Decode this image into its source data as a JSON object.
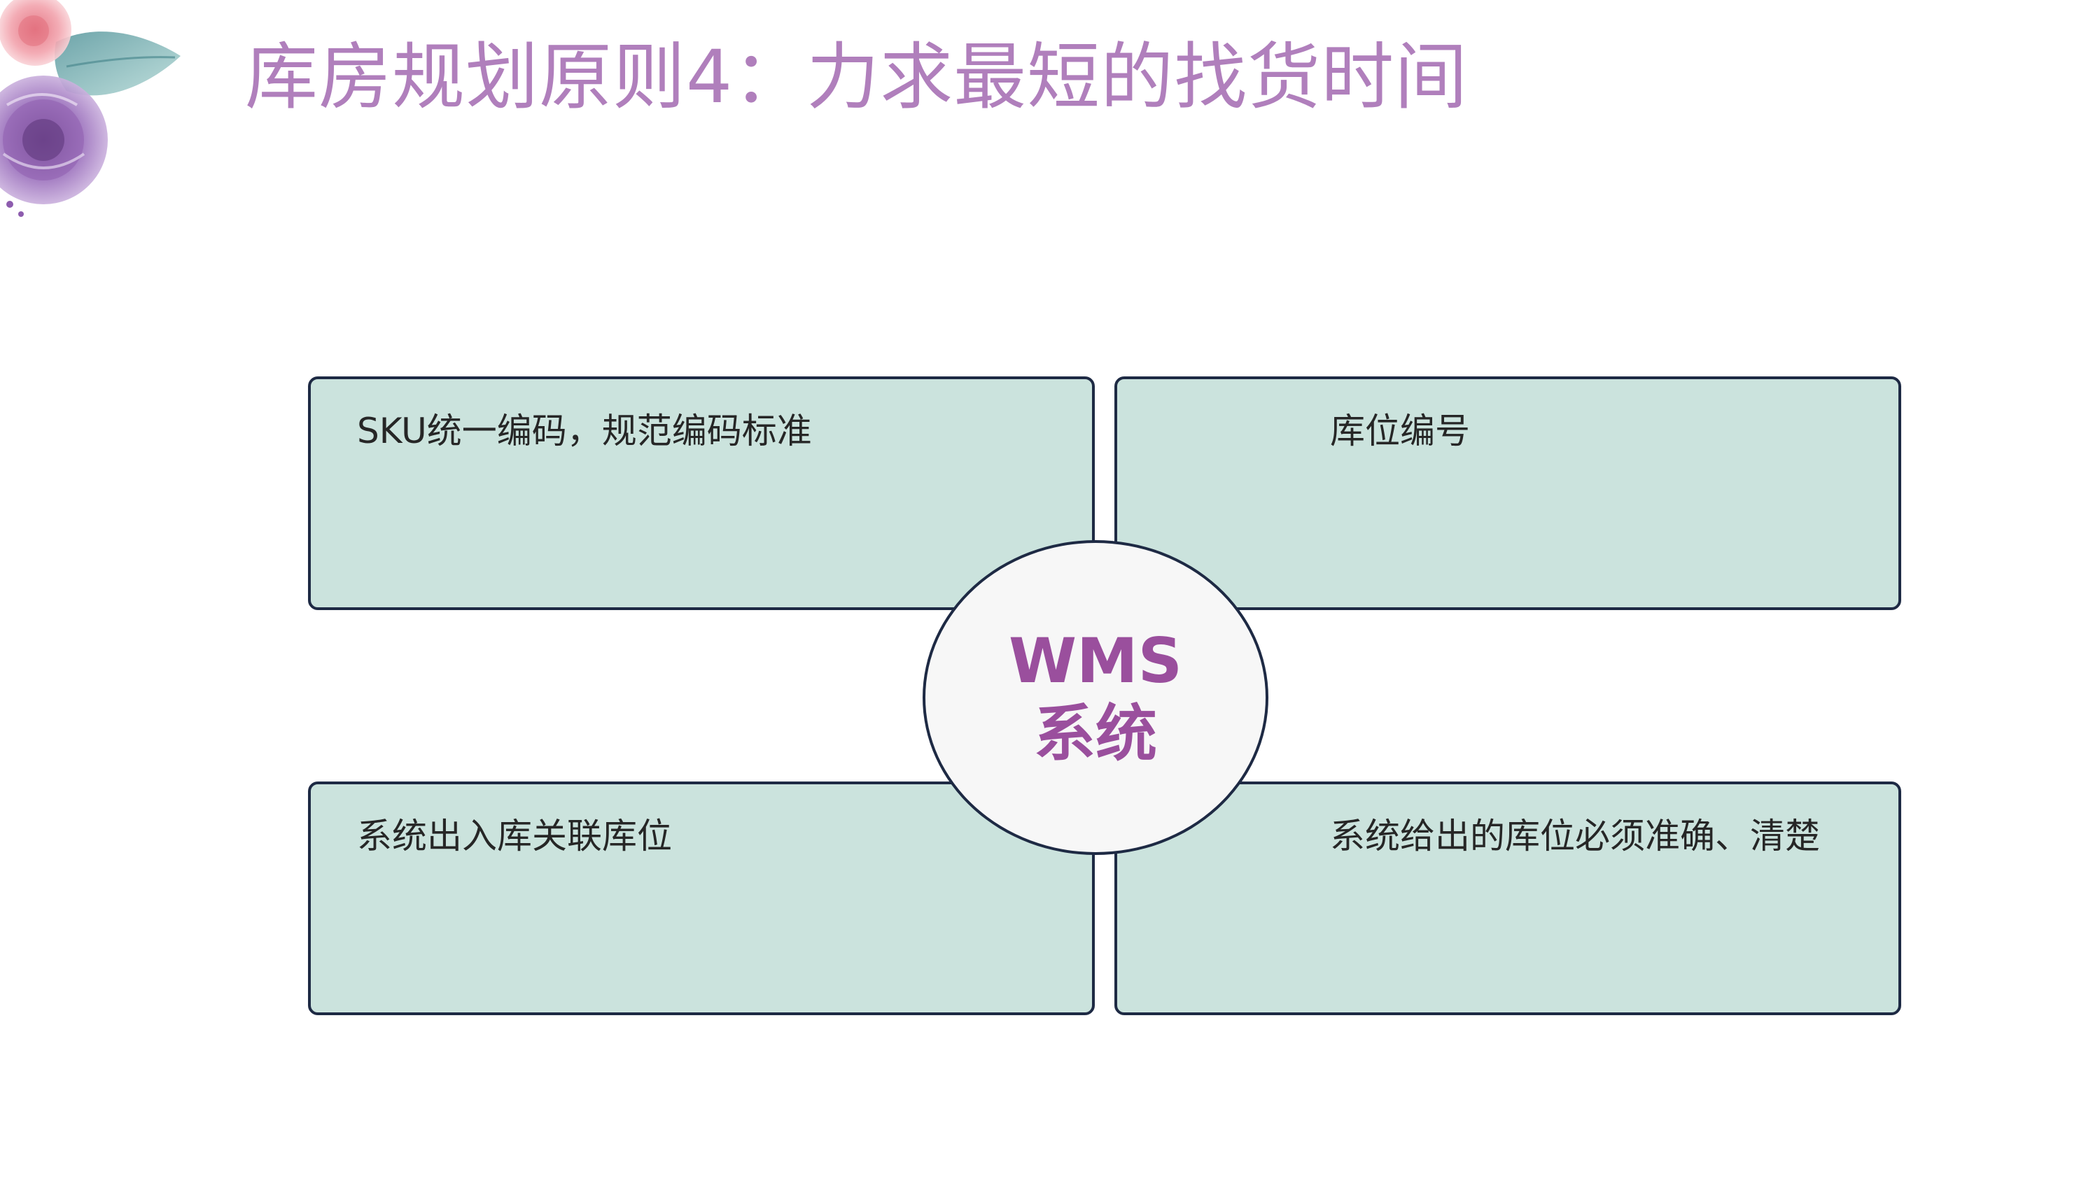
{
  "slide": {
    "title": "库房规划原则4：力求最短的找货时间"
  },
  "diagram": {
    "center": {
      "line1": "WMS",
      "line2": "系统"
    },
    "quadrants": [
      {
        "label": "SKU统一编码，规范编码标准"
      },
      {
        "label": "库位编号"
      },
      {
        "label": "系统出入库关联库位"
      },
      {
        "label": "系统给出的库位必须准确、清楚"
      }
    ]
  },
  "colors": {
    "title": "#b07fbc",
    "box_fill": "#cbe3dd",
    "box_border": "#1e2a44",
    "hub_fill": "#f7f7f7",
    "hub_text": "#9a4f9d",
    "body_text": "#262626"
  },
  "icons": {
    "corner_decoration": "watercolor-flower-icon"
  }
}
